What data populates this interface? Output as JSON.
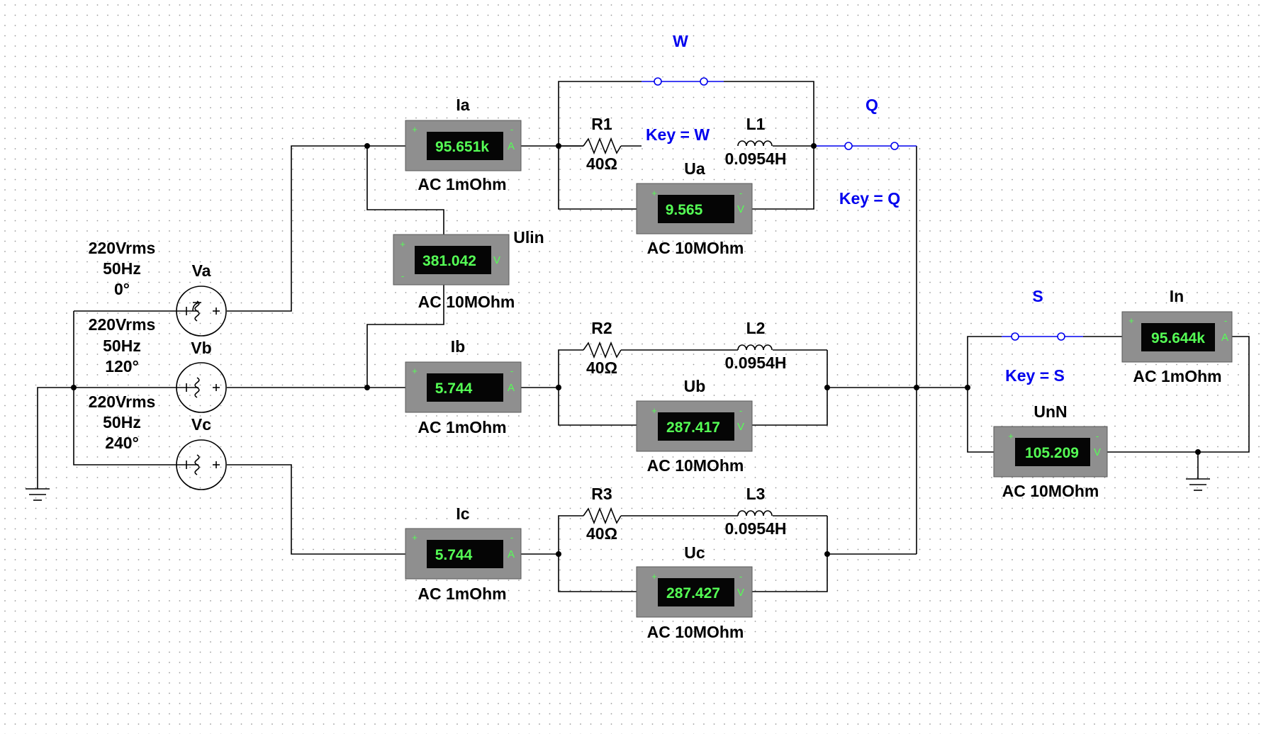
{
  "sources": [
    {
      "name": "Va",
      "voltage": "220Vrms",
      "freq": "50Hz",
      "phase": "0°"
    },
    {
      "name": "Vb",
      "voltage": "220Vrms",
      "freq": "50Hz",
      "phase": "120°"
    },
    {
      "name": "Vc",
      "voltage": "220Vrms",
      "freq": "50Hz",
      "phase": "240°"
    }
  ],
  "ammeters": {
    "Ia": {
      "label": "Ia",
      "value": "95.651k",
      "unit": "A",
      "spec": "AC  1mOhm"
    },
    "Ib": {
      "label": "Ib",
      "value": "5.744",
      "unit": "A",
      "spec": "AC  1mOhm"
    },
    "Ic": {
      "label": "Ic",
      "value": "5.744",
      "unit": "A",
      "spec": "AC  1mOhm"
    },
    "In": {
      "label": "In",
      "value": "95.644k",
      "unit": "A",
      "spec": "AC  1mOhm"
    }
  },
  "voltmeters": {
    "Ulin": {
      "label": "Ulin",
      "value": "381.042",
      "unit": "V",
      "spec": "AC  10MOhm"
    },
    "Ua": {
      "label": "Ua",
      "value": "9.565",
      "unit": "V",
      "spec": "AC  10MOhm"
    },
    "Ub": {
      "label": "Ub",
      "value": "287.417",
      "unit": "V",
      "spec": "AC  10MOhm"
    },
    "Uc": {
      "label": "Uc",
      "value": "287.427",
      "unit": "V",
      "spec": "AC  10MOhm"
    },
    "UnN": {
      "label": "UnN",
      "value": "105.209",
      "unit": "V",
      "spec": "AC  10MOhm"
    }
  },
  "resistors": {
    "R1": {
      "name": "R1",
      "value": "40Ω"
    },
    "R2": {
      "name": "R2",
      "value": "40Ω"
    },
    "R3": {
      "name": "R3",
      "value": "40Ω"
    }
  },
  "inductors": {
    "L1": {
      "name": "L1",
      "value": "0.0954H"
    },
    "L2": {
      "name": "L2",
      "value": "0.0954H"
    },
    "L3": {
      "name": "L3",
      "value": "0.0954H"
    }
  },
  "switches": {
    "W": {
      "name": "W",
      "key": "Key = W"
    },
    "Q": {
      "name": "Q",
      "key": "Key = Q"
    },
    "S": {
      "name": "S",
      "key": "Key = S"
    }
  },
  "polarity": {
    "plus": "+",
    "minus": "-"
  },
  "colors": {
    "switch_label": "#0000ee",
    "display_text": "#55ff55",
    "meter_body": "#8f8f8f",
    "grid_dot": "#9a9a9a"
  }
}
